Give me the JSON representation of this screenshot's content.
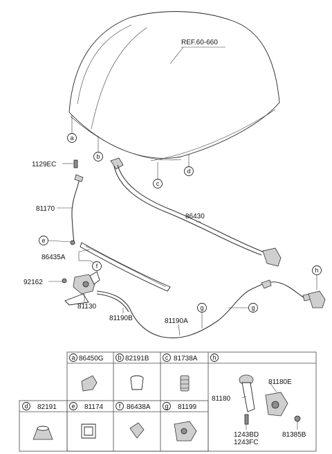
{
  "ref_label": "REF.60-660",
  "callouts": {
    "a": "a",
    "b": "b",
    "c": "c",
    "d": "d",
    "e": "e",
    "f": "f",
    "g": "g",
    "h": "h"
  },
  "labels": {
    "p1129ec": "1129EC",
    "p81170": "81170",
    "p86430": "86430",
    "p86435a": "86435A",
    "p92162": "92162",
    "p81130": "81130",
    "p81190b": "81190B",
    "p81190a": "81190A"
  },
  "table": {
    "row1": [
      {
        "letter": "a",
        "part": "86450G"
      },
      {
        "letter": "b",
        "part": "82191B"
      },
      {
        "letter": "c",
        "part": "81738A"
      },
      {
        "letter": "h",
        "part": ""
      }
    ],
    "row2": [
      {
        "letter": "d",
        "part": "82191"
      },
      {
        "letter": "e",
        "part": "81174"
      },
      {
        "letter": "f",
        "part": "86438A"
      },
      {
        "letter": "g",
        "part": "81199"
      }
    ],
    "h_parts": {
      "p81180e": "81180E",
      "p81180": "81180",
      "p1243bd": "1243BD",
      "p1243fc": "1243FC",
      "p81385b": "81385B"
    }
  }
}
